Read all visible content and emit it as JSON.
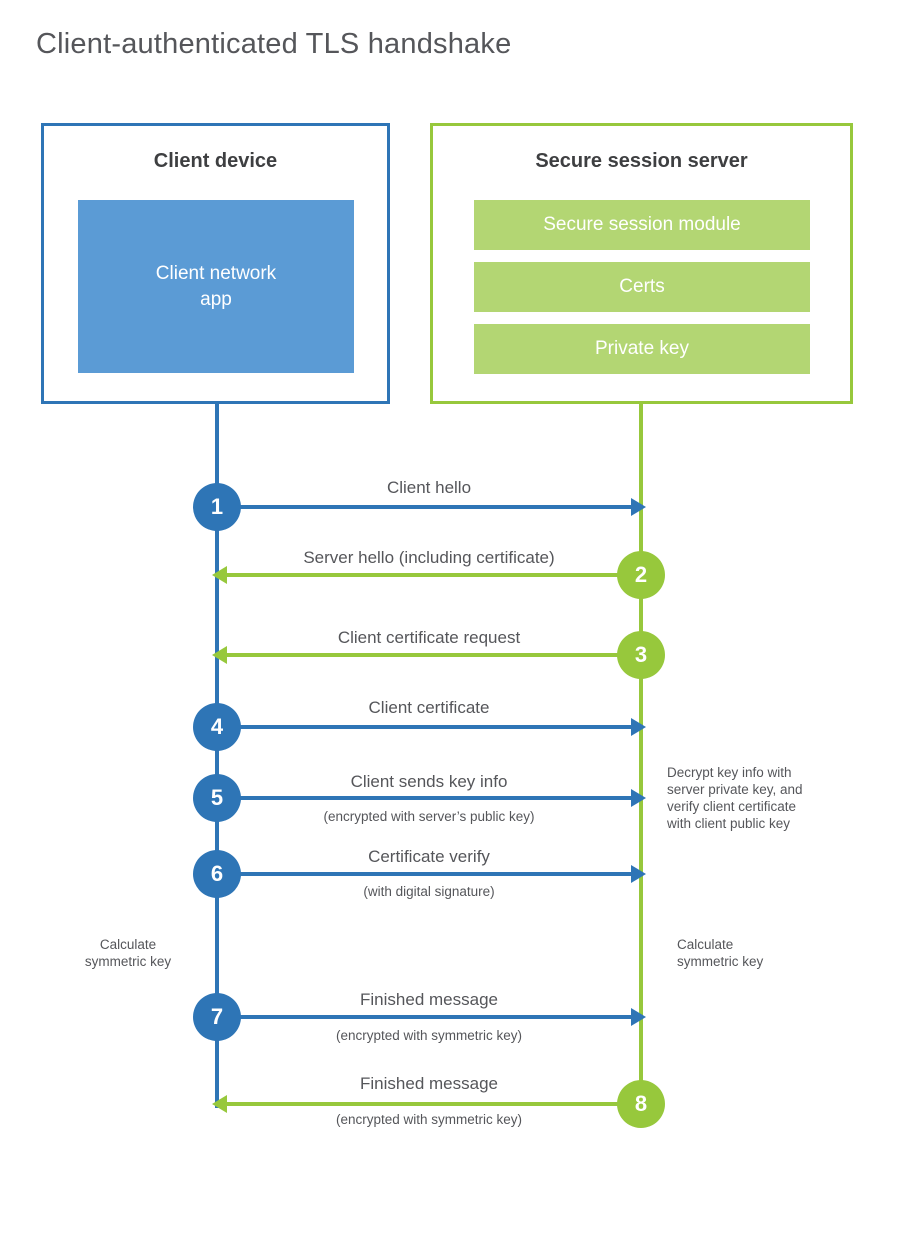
{
  "title": "Client-authenticated TLS handshake",
  "colors": {
    "client_accent": "#2e75b6",
    "client_fill": "#5b9bd5",
    "server_accent": "#97c83c",
    "server_fill": "#b3d673",
    "text_gray": "#55565a",
    "heading_dark": "#3e3f41"
  },
  "client": {
    "title": "Client device",
    "app_label": "Client network\napp"
  },
  "server": {
    "title": "Secure session server",
    "modules": [
      {
        "label": "Secure session module"
      },
      {
        "label": "Certs"
      },
      {
        "label": "Private key"
      }
    ]
  },
  "messages": [
    {
      "num": "1",
      "label": "Client hello",
      "sub": "",
      "direction": "right",
      "from": "client"
    },
    {
      "num": "2",
      "label": "Server hello (including certificate)",
      "sub": "",
      "direction": "left",
      "from": "server"
    },
    {
      "num": "3",
      "label": "Client certificate request",
      "sub": "",
      "direction": "left",
      "from": "server"
    },
    {
      "num": "4",
      "label": "Client certificate",
      "sub": "",
      "direction": "right",
      "from": "client"
    },
    {
      "num": "5",
      "label": "Client sends key info",
      "sub": "(encrypted with server’s public key)",
      "direction": "right",
      "from": "client"
    },
    {
      "num": "6",
      "label": "Certificate verify",
      "sub": "(with digital signature)",
      "direction": "right",
      "from": "client"
    },
    {
      "num": "7",
      "label": "Finished message",
      "sub": "(encrypted with symmetric key)",
      "direction": "right",
      "from": "client"
    },
    {
      "num": "8",
      "label": "Finished message",
      "sub": "(encrypted with symmetric key)",
      "direction": "left",
      "from": "server"
    }
  ],
  "annotations": {
    "decrypt_note": "Decrypt key info with\nserver private key, and\nverify client certificate\nwith client public key",
    "calc_left": "Calculate\nsymmetric key",
    "calc_right": "Calculate\nsymmetric key"
  }
}
